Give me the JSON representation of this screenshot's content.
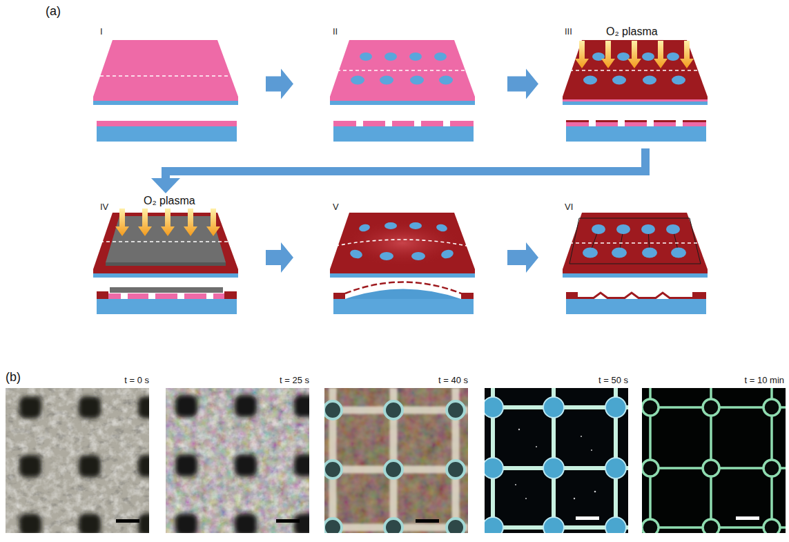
{
  "diagram": {
    "nodes": [
      {
        "text": [
          "I"
        ]
      },
      {
        "text": [
          "II"
        ]
      },
      {
        "text": [
          "III"
        ]
      },
      {
        "text": [
          "IV"
        ]
      },
      {
        "text": [
          "V"
        ]
      },
      {
        "text": [
          "VI"
        ]
      }
    ],
    "edges": [
      {
        "from": 0,
        "to": 1,
        "arrow": "to"
      },
      {
        "from": 1,
        "to": 2,
        "arrow": "to"
      },
      {
        "from": 2,
        "to": 3,
        "arrow": "to"
      },
      {
        "from": 3,
        "to": 4,
        "arrow": "to"
      },
      {
        "from": 4,
        "to": 5,
        "arrow": "to"
      }
    ],
    "labels": [
      "(a)",
      "O₂ plasma",
      "O₂ plasma",
      "(b)",
      "t = 0 s",
      "t = 25 s",
      "t = 40 s",
      "t = 50 s",
      "t = 10 min"
    ]
  }
}
